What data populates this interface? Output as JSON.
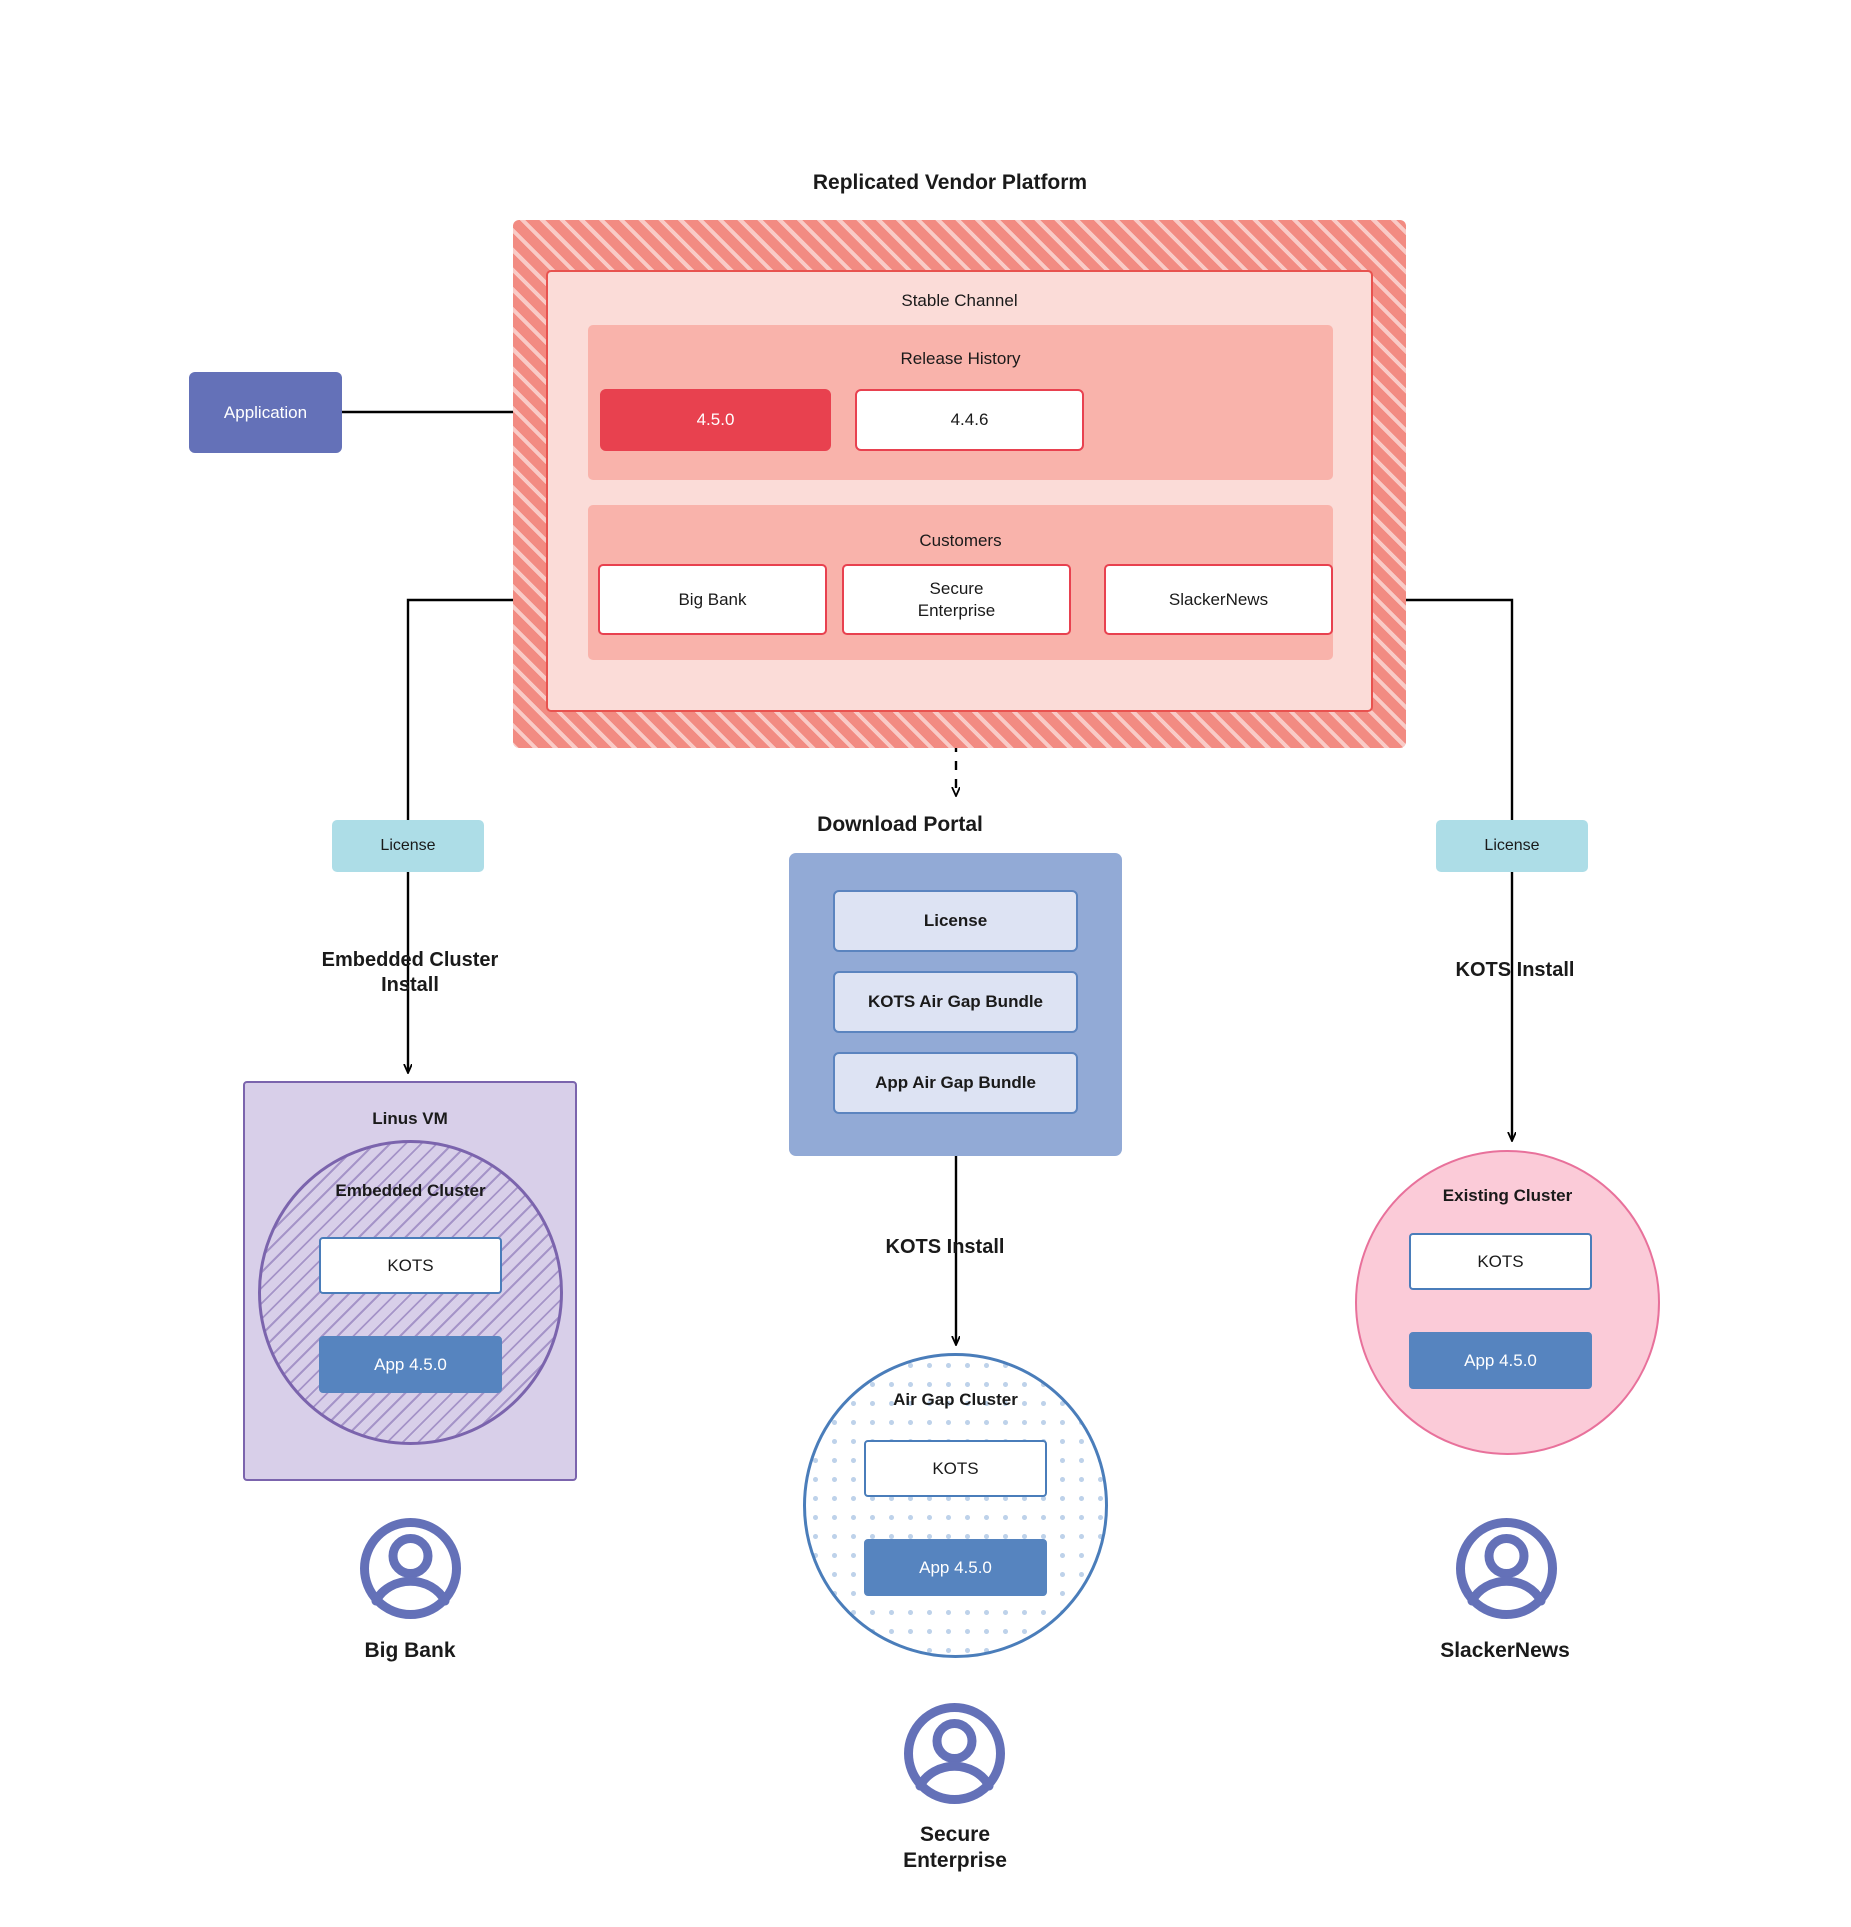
{
  "platform": {
    "title": "Replicated Vendor Platform",
    "channel_title": "Stable Channel",
    "release_history_title": "Release History",
    "releases": [
      {
        "label": "4.5.0",
        "state": "current"
      },
      {
        "label": "4.4.6",
        "state": "previous"
      }
    ],
    "customers_title": "Customers",
    "customers": [
      {
        "label": "Big Bank"
      },
      {
        "label": "Secure\nEnterprise"
      },
      {
        "label": "SlackerNews"
      }
    ]
  },
  "source": {
    "application_label": "Application"
  },
  "licenses": {
    "left_label": "License",
    "right_label": "License"
  },
  "paths": {
    "left_label": "Embedded Cluster\nInstall",
    "center_label": "KOTS Install",
    "right_label": "KOTS Install"
  },
  "download_portal": {
    "title": "Download  Portal",
    "items": [
      {
        "label": "License"
      },
      {
        "label": "KOTS Air Gap Bundle"
      },
      {
        "label": "App Air Gap Bundle"
      }
    ]
  },
  "targets": {
    "left": {
      "host_label": "Linus VM",
      "cluster_label": "Embedded Cluster",
      "kots_label": "KOTS",
      "app_label": "App 4.5.0"
    },
    "center": {
      "cluster_label": "Air Gap Cluster",
      "kots_label": "KOTS",
      "app_label": "App 4.5.0"
    },
    "right": {
      "cluster_label": "Existing Cluster",
      "kots_label": "KOTS",
      "app_label": "App 4.5.0"
    }
  },
  "end_users": [
    {
      "name": "Big Bank",
      "icon": "user-avatar-icon"
    },
    {
      "name": "Secure\nEnterprise",
      "icon": "user-avatar-icon"
    },
    {
      "name": "SlackerNews",
      "icon": "user-avatar-icon"
    }
  ],
  "colors": {
    "platform_hatch": "#f28b82",
    "channel_fill": "#fbdcd8",
    "band_fill": "#f9b3ab",
    "release_accent": "#e8414f",
    "application_fill": "#6471b8",
    "license_fill": "#addde7",
    "portal_fill": "#92aad6",
    "portal_item_fill": "#dde3f3",
    "portal_item_stroke": "#5b84bf",
    "linux_vm_fill": "#d8cfe9",
    "linux_vm_stroke": "#7b64ad",
    "airgap_stroke": "#4a7dba",
    "existing_fill": "#fbcbd8",
    "existing_stroke": "#e8719b",
    "app_chip_fill": "#5684bf",
    "avatar_stroke": "#6471b8",
    "connector": "#000000"
  }
}
